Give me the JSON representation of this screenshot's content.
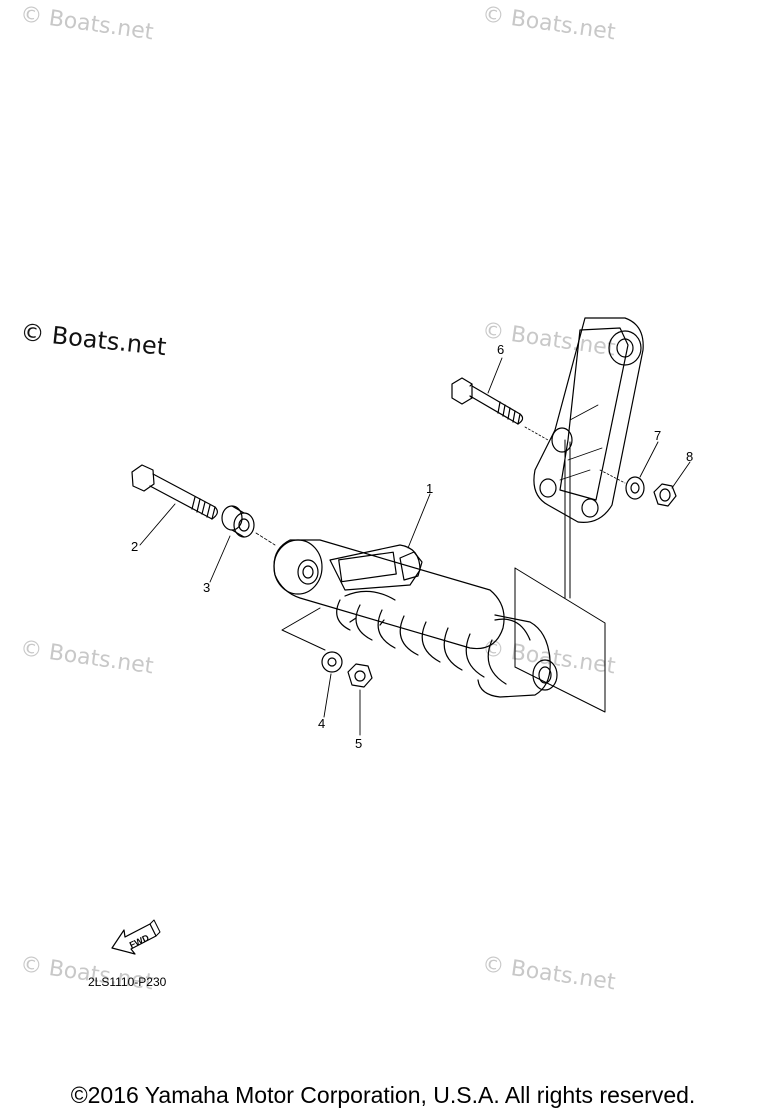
{
  "watermarks": {
    "main": "© Boats.net",
    "faint": "© Boats.net"
  },
  "callouts": [
    "1",
    "2",
    "3",
    "4",
    "5",
    "6",
    "7",
    "8"
  ],
  "fwd_label": "FWD",
  "reference_code": "2LS1110-P230",
  "copyright": "©2016 Yamaha Motor Corporation, U.S.A. All rights reserved.",
  "colors": {
    "line": "#000000",
    "watermark": "#c8c8c8"
  }
}
